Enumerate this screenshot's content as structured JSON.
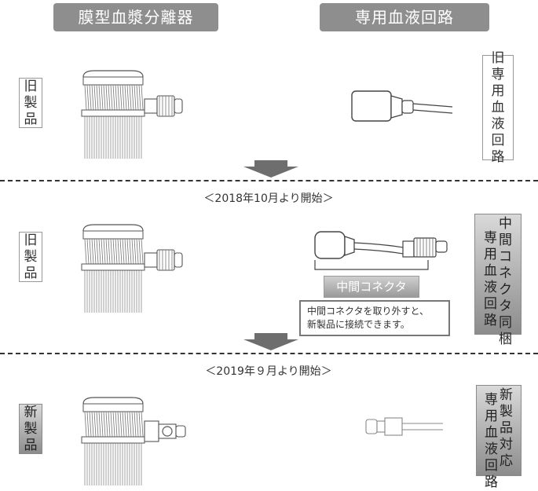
{
  "headers": {
    "left": "膜型血漿分離器",
    "right": "専用血液回路"
  },
  "row1": {
    "label_chars": [
      "旧",
      "製",
      "品"
    ],
    "right_label_chars": [
      "旧",
      "専",
      "用",
      "血",
      "液",
      "回",
      "路"
    ]
  },
  "row2": {
    "date": "＜2018年10月より開始＞",
    "label_chars": [
      "旧",
      "製",
      "品"
    ],
    "connector_label": "中間コネクタ",
    "note_line1": "中間コネクタを取り外すと、",
    "note_line2": "新製品に接続できます。",
    "right_col1_chars": [
      "中",
      "間",
      "コ",
      "ネ",
      "ク",
      "タ",
      "同",
      "梱"
    ],
    "right_col2_chars": [
      "専",
      "用",
      "血",
      "液",
      "回",
      "路"
    ]
  },
  "row3": {
    "date": "＜2019年９月より開始＞",
    "label_chars": [
      "新",
      "製",
      "品"
    ],
    "right_col1_chars": [
      "新",
      "製",
      "品",
      "対",
      "応"
    ],
    "right_col2_chars": [
      "専",
      "用",
      "血",
      "液",
      "回",
      "路"
    ]
  },
  "colors": {
    "header_bg": "#8e8e8e",
    "arrow": "#6e6e6e",
    "gray_box_top": "#d9d9d9",
    "gray_box_bottom": "#8c8c8c"
  }
}
